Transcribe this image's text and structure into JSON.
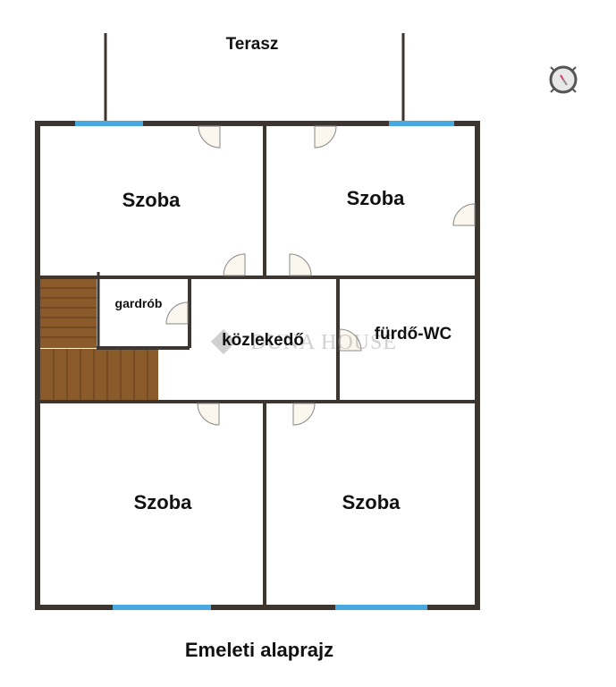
{
  "plan": {
    "title": "Emeleti alaprajz",
    "terrace": "Terasz",
    "rooms": [
      {
        "name": "Szoba"
      },
      {
        "name": "Szoba"
      },
      {
        "name": "gardrób"
      },
      {
        "name": "közlekedő"
      },
      {
        "name": "fürdő-WC"
      },
      {
        "name": "Szoba"
      },
      {
        "name": "Szoba"
      }
    ],
    "watermark": "DUNA HOUSE",
    "colors": {
      "wall": "#3d3530",
      "window": "#4aa8e0",
      "stairs": "#8a5a2b",
      "door": "#fbf7ee"
    },
    "compass_icon": "compass-icon"
  }
}
